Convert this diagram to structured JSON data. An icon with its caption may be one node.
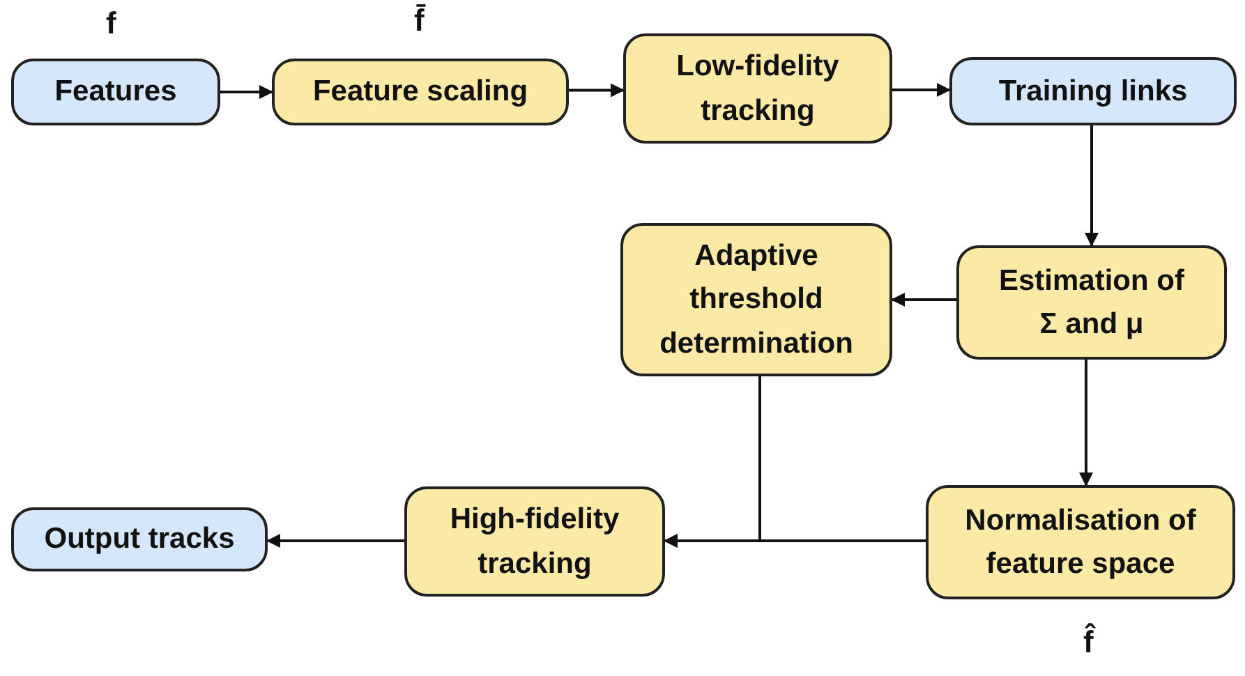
{
  "diagram": {
    "nodes": [
      {
        "text": [
          "Features"
        ],
        "beside": [
          "f"
        ]
      },
      {
        "text": [
          "Feature scaling"
        ],
        "beside": [
          "f̄"
        ]
      },
      {
        "text": [
          "Low-fidelity tracking"
        ]
      },
      {
        "text": [
          "Training links"
        ]
      },
      {
        "text": [
          "Adaptive threshold determination"
        ]
      },
      {
        "text": [
          "Estimation of Σ and μ"
        ]
      },
      {
        "text": [
          "Output tracks"
        ]
      },
      {
        "text": [
          "High-fidelity tracking"
        ]
      },
      {
        "text": [
          "Normalisation of feature space"
        ],
        "beside": [
          "f̂"
        ]
      }
    ],
    "edges": [
      {
        "from": 0,
        "to": 1,
        "arrow": "to"
      },
      {
        "from": 1,
        "to": 2,
        "arrow": "to"
      },
      {
        "from": 2,
        "to": 3,
        "arrow": "to"
      },
      {
        "from": 3,
        "to": 5,
        "arrow": "to"
      },
      {
        "from": 5,
        "to": 4,
        "arrow": "to"
      },
      {
        "from": 5,
        "to": 8,
        "arrow": "to"
      },
      {
        "from": 8,
        "to": 7,
        "arrow": "to"
      },
      {
        "from": 4,
        "to": 7,
        "arrow": "to"
      },
      {
        "from": 7,
        "to": 6,
        "arrow": "to"
      }
    ]
  }
}
